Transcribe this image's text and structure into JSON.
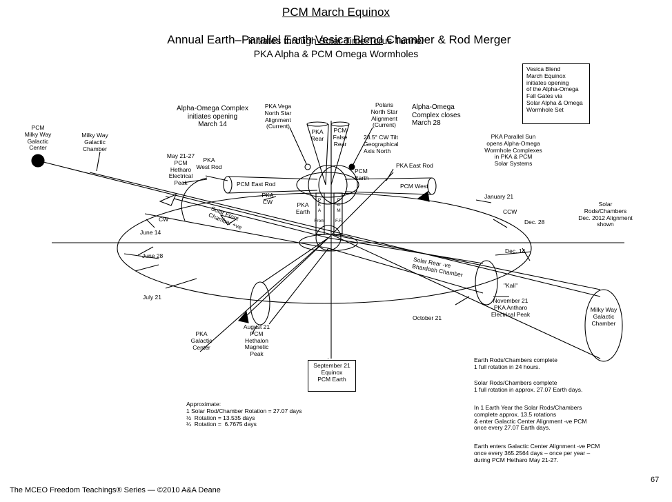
{
  "title": {
    "line1": "PCM March Equinox",
    "line2_pre": "Annual Earth–Parallel Earth ",
    "line2_u": "Vesica Blend",
    "line2_post": " Chamber & Rod Merger",
    "line3": "initiates through Solar Time-Torus Tunnel",
    "line4": "PKA Alpha & PCM Omega Wormholes"
  },
  "info_box": "Vesica Blend\nMarch Equinox\ninitiates opening\nof the Alpha-Omega\nFall Gates via\nSolar Alpha & Omega\nWormhole Set",
  "labels": {
    "milky_way_center": "PCM\nMilky Way\nGalactic\nCenter",
    "milky_way_chamber_left": "Milky Way\nGalactic\nChamber",
    "alpha_omega_opening": "Alpha-Omega Complex\ninitiates opening\nMarch 14",
    "vega": "PKA Vega\nNorth Star\nAlignment\n(Current)",
    "pka_rear": "PKA\nRear",
    "pcm_false_rear": "PCM\nFalse\nRear",
    "polaris": "Polaris\nNorth Star\nAlignment\n(Current)",
    "alpha_omega_closes": "Alpha-Omega\nComplex closes\nMarch 28",
    "tilt": "23.5° CW Tilt\nGeographical\nAxis North",
    "pcm_earth_top": "PCM\nEarth",
    "pka_parallel_sun": "PKA Parallel Sun\nopens Alpha-Omega\nWormhole Complexes\nin PKA & PCM\nSolar Systems",
    "hetharo": "May 21-27\nPCM\nHetharo\nElectrical\nPeak",
    "pka_west_rod": "PKA\nWest Rod",
    "pcm_east_rod": "PCM East Rod",
    "pka_east_rod": "PKA East Rod",
    "pcm_west": "PCM West",
    "pka_cw": "PKA\nCW",
    "pka_earth": "PKA\nEarth",
    "pka_front": "P\nK\nA\n\nFront",
    "pcm_ff": "P\nC\nM\n\nF.F.",
    "solar_front": "Solar Front\nChamber +ve",
    "cw": "CW",
    "ccw": "CCW",
    "january": "January 21",
    "dec28": "Dec. 28",
    "dec14": "Dec. 14",
    "solar_rods": "Solar\nRods/Chambers\nDec. 2012 Alignment\nshown",
    "june14": "June 14",
    "june28": "June 28",
    "july21": "July 21",
    "solar_rear": "Solar Rear -ve\nBhardoah Chamber",
    "kali": "\"Kali\"",
    "antharo": "November 21\nPKA Antharo\nElectrical Peak",
    "october": "October 21",
    "milky_way_chamber_right": "Milky Way\nGalactic\nChamber",
    "pka_galactic_center": "PKA\nGalactic\nCenter",
    "hethalon": "August 21\nPCM\nHethalon\nMagnetic\nPeak",
    "september_box": "September 21\nEquinox\nPCM Earth"
  },
  "notes": {
    "approx": "Approximate:\n1 Solar Rod/Chamber Rotation = 27.07 days\n½  Rotation = 13.535 days\n¼  Rotation =  6.7675 days",
    "earth_rods": "Earth Rods/Chambers complete\n1 full rotation in 24 hours.",
    "solar_rods_rot": "Solar Rods/Chambers complete\n1 full rotation in approx. 27.07 Earth days.",
    "earth_year": "In 1 Earth Year the Solar Rods/Chambers\ncomplete approx. 13.5 rotations\n& enter Galactic Center Alignment -ve PCM\nonce every 27.07 Earth days.",
    "galactic_alignment": "Earth enters Galactic Center Alignment -ve PCM\nonce every 365.2564 days – once per year –\nduring PCM Hetharo May 21-27."
  },
  "footer": {
    "series": "The MCEO Freedom Teachings® Series — ©2010 A&A Deane",
    "page": "67"
  }
}
